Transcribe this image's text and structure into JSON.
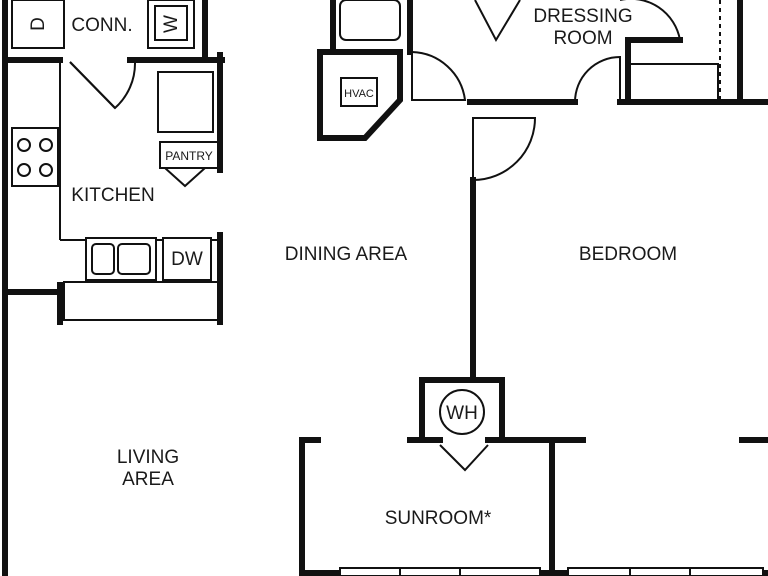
{
  "rooms": {
    "dryer": "D",
    "connection": "CONN.",
    "washer": "W",
    "dressing_line1": "DRESSING",
    "dressing_line2": "ROOM",
    "hvac": "HVAC",
    "pantry": "PANTRY",
    "kitchen": "KITCHEN",
    "dishwasher": "DW",
    "dining": "DINING AREA",
    "bedroom": "BEDROOM",
    "water_heater": "WH",
    "living_line1": "LIVING",
    "living_line2": "AREA",
    "sunroom": "SUNROOM*"
  }
}
